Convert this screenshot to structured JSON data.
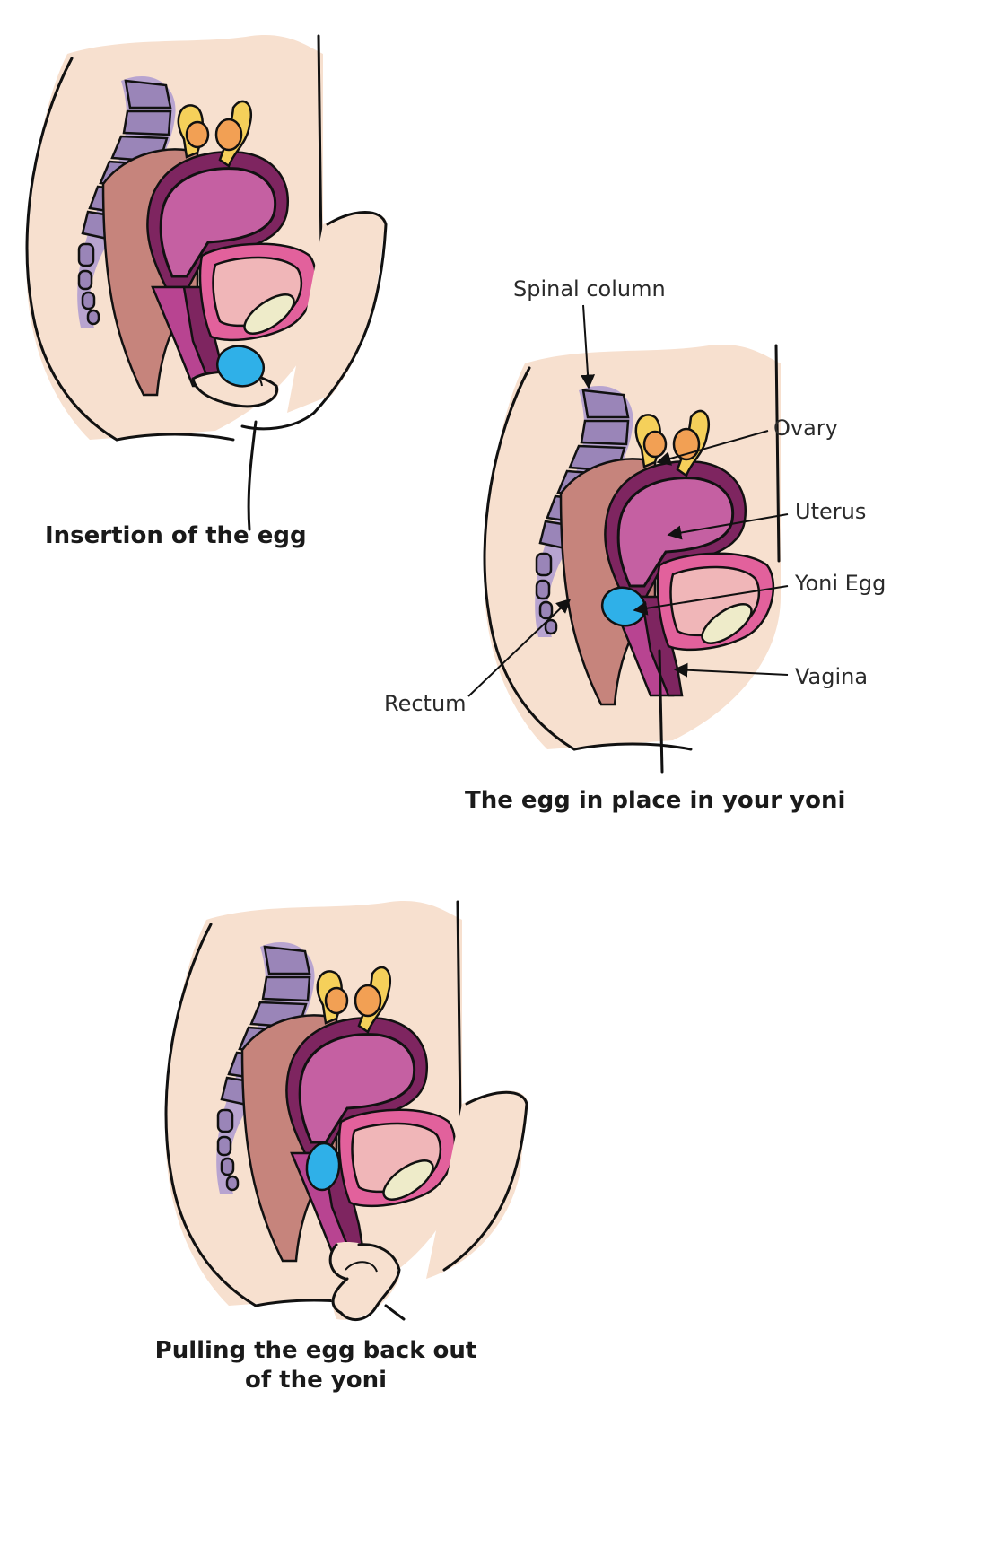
{
  "captions": {
    "insertion": "Insertion of the egg",
    "in_place": "The egg in place in your yoni",
    "pulling_line1": "Pulling the egg back out",
    "pulling_line2": "of the yoni"
  },
  "labels": {
    "spinal_column": "Spinal column",
    "ovary": "Ovary",
    "uterus": "Uterus",
    "yoni_egg": "Yoni Egg",
    "vagina": "Vagina",
    "rectum": "Rectum"
  },
  "colors": {
    "skin": "#f7e0cf",
    "spine": "#9a85b8",
    "rectum": "#c6847c",
    "uterus": "#c560a2",
    "bladder": "#f0b6b8",
    "bladder_ring": "#e2619c",
    "pubic_bone": "#eeebc9",
    "fallopian_tube": "#f5d05a",
    "ovary": "#f2a054",
    "egg": "#2fb0e8"
  }
}
